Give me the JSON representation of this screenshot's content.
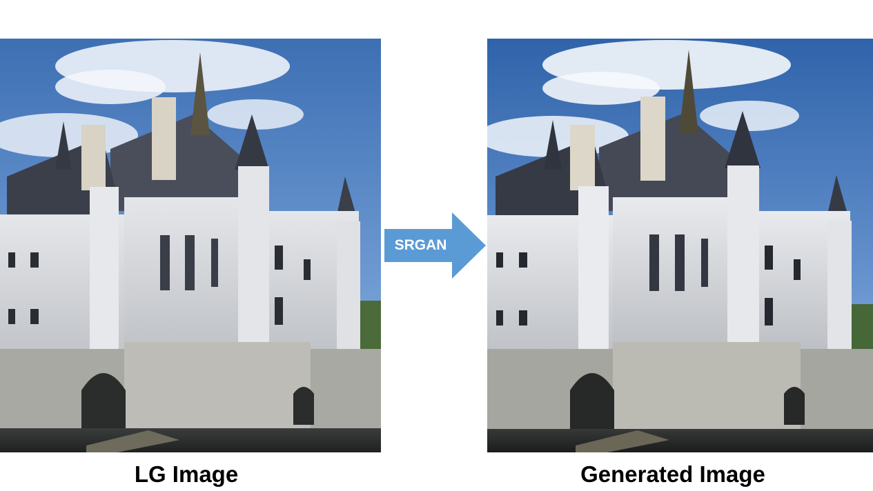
{
  "left_panel": {
    "caption": "LG Image",
    "picture": "castle-photo-low-resolution"
  },
  "right_panel": {
    "caption": "Generated Image",
    "picture": "castle-photo-super-resolved"
  },
  "arrow": {
    "label": "SRGAN",
    "color": "#5B9BD5"
  }
}
